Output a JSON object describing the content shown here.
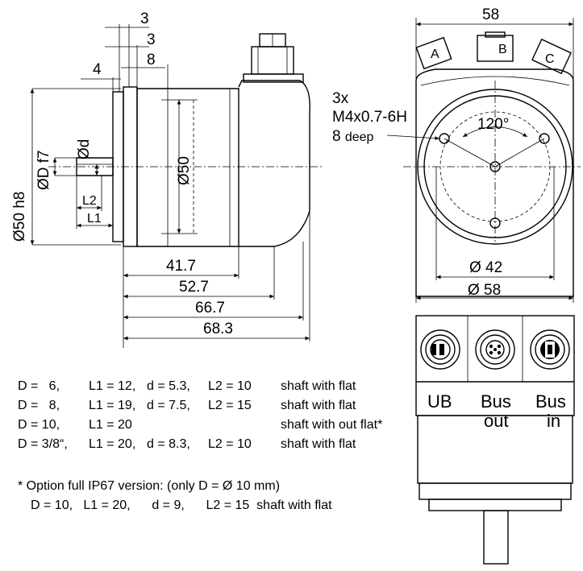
{
  "side_view": {
    "dims": {
      "top_3a": "3",
      "top_3b": "3",
      "top_8": "8",
      "left_4": "4",
      "d50h8": "Ø50 h8",
      "dDf7": "ØD f7",
      "dd": "Ød",
      "l2": "L2",
      "l1": "L1",
      "d50": "Ø50",
      "len_41_7": "41.7",
      "len_52_7": "52.7",
      "len_66_7": "66.7",
      "len_68_3": "68.3"
    }
  },
  "front_view": {
    "dims": {
      "width_58": "58",
      "connector_a": "A",
      "connector_b": "B",
      "connector_c": "C",
      "holes_line1": "3x",
      "holes_line2": "M4x0.7-6H",
      "holes_line3_num": "8",
      "holes_line3_unit": "deep",
      "angle": "120°",
      "d42": "Ø 42",
      "d58": "Ø 58"
    }
  },
  "rear_view": {
    "labels": {
      "ub": "UB",
      "bus_out_1": "Bus",
      "bus_out_2": "out",
      "bus_in_1": "Bus",
      "bus_in_2": "in"
    }
  },
  "table": {
    "rows": [
      {
        "d": "D =   6,",
        "l1": "L1 = 12,",
        "dd": "d = 5.3,",
        "l2": "L2 = 10",
        "desc": "shaft with flat"
      },
      {
        "d": "D =   8,",
        "l1": "L1 = 19,",
        "dd": "d = 7.5,",
        "l2": "L2 = 15",
        "desc": "shaft with flat"
      },
      {
        "d": "D = 10,",
        "l1": "L1 = 20",
        "dd": "",
        "l2": "",
        "desc": "shaft with out flat*"
      },
      {
        "d": "D = 3/8“,",
        "l1": "L1 = 20,",
        "dd": "d = 8.3,",
        "l2": "L2 = 10",
        "desc": "shaft with flat"
      }
    ],
    "note_line1": "* Option full IP67 version: (only D = Ø 10 mm)",
    "note_line2": "D = 10,   L1 = 20,      d = 9,      L2 = 15  shaft with flat"
  }
}
